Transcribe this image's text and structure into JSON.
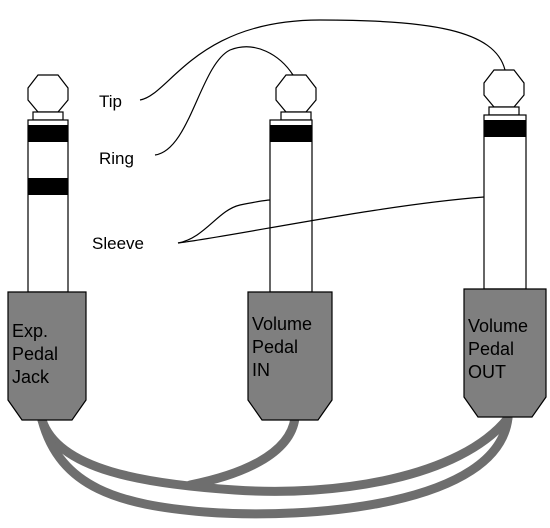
{
  "callouts": {
    "tip": "Tip",
    "ring": "Ring",
    "sleeve": "Sleeve"
  },
  "plugs": [
    {
      "id": "exp",
      "lines": [
        "Exp.",
        "Pedal",
        "Jack"
      ],
      "ring_bands": 2
    },
    {
      "id": "vol-in",
      "lines": [
        "Volume",
        "Pedal",
        "IN"
      ],
      "ring_bands": 1
    },
    {
      "id": "vol-out",
      "lines": [
        "Volume",
        "Pedal",
        "OUT"
      ],
      "ring_bands": 1
    }
  ],
  "colors": {
    "plug_body": "#7f7f7f",
    "plug_metal": "#ffffff",
    "ring_band": "#000000",
    "cable": "#6e6e6e",
    "lead_line": "#000000"
  }
}
